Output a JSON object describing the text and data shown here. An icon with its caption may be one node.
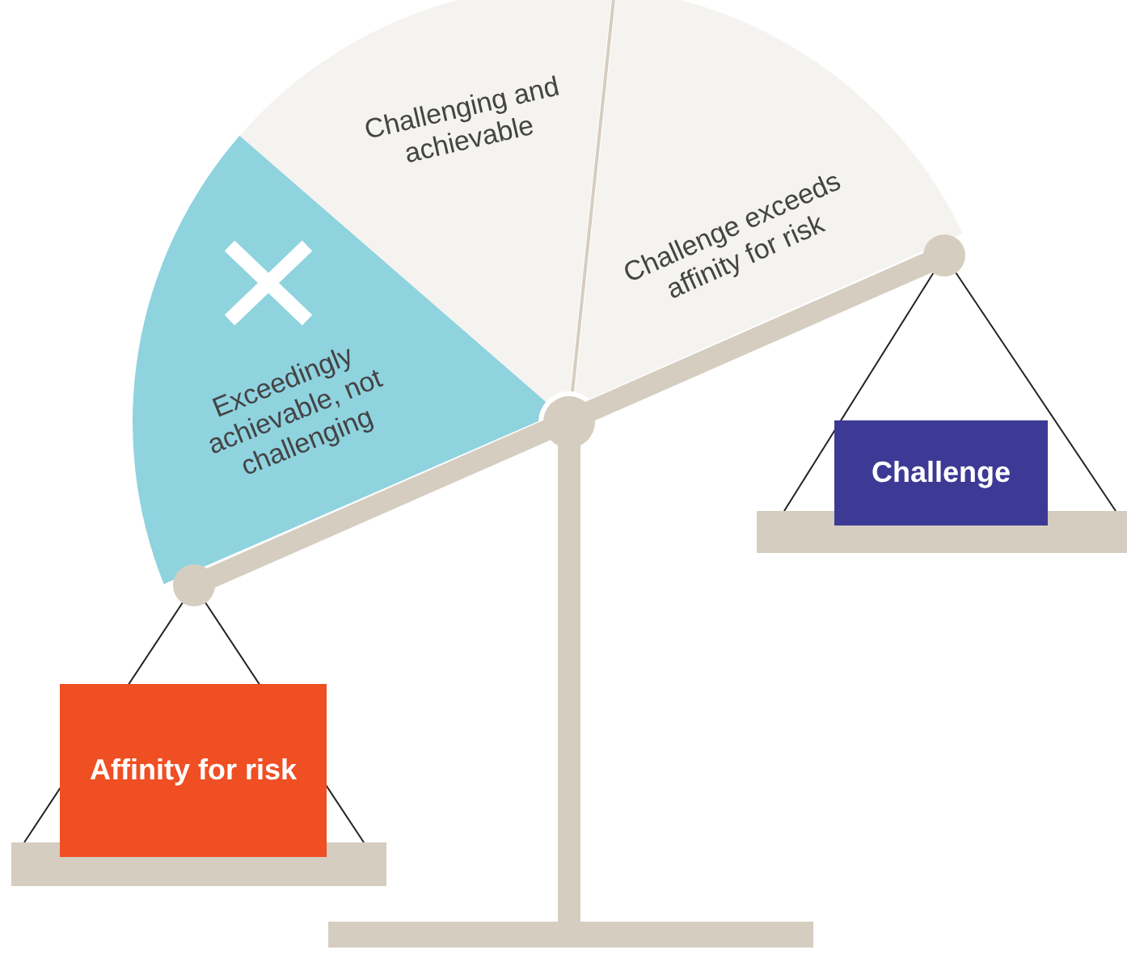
{
  "diagram": {
    "nodes": [
      {
        "text": [
          "Exceedingly achievable, not challenging"
        ]
      },
      {
        "text": [
          "Challenging and achievable"
        ]
      },
      {
        "text": [
          "Challenge exceeds affinity for risk"
        ]
      },
      {
        "text": [
          "Affinity for risk"
        ]
      },
      {
        "text": [
          "Challenge"
        ]
      }
    ]
  }
}
